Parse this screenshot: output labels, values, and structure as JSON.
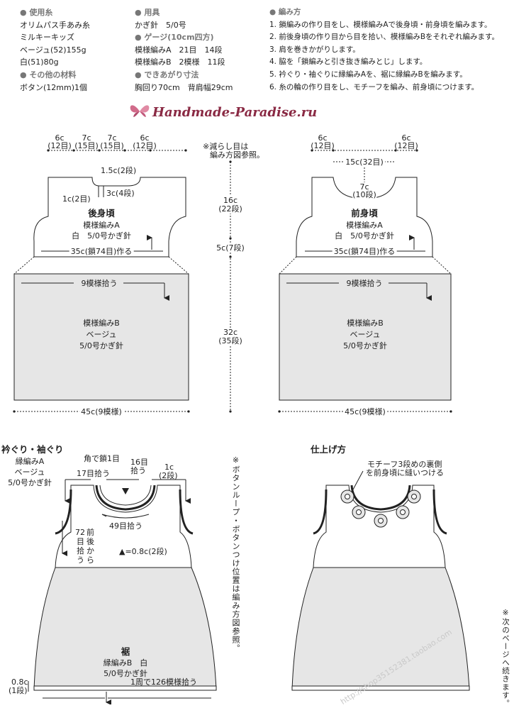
{
  "materials": {
    "yarn_title": "● 使用糸",
    "yarn_brand": "オリムパス手あみ糸",
    "yarn_name": "ミルキーキッズ",
    "yarn_beige": "ベージュ(52)155g",
    "yarn_white": "白(51)80g",
    "other_title": "● その他の材料",
    "button": "ボタン(12mm)1個"
  },
  "tools": {
    "title": "● 用具",
    "hook": "かぎ針　5/0号",
    "gauge_title": "● ゲージ(10cm四方)",
    "gauge_a": "模様編みA　21目　14段",
    "gauge_b": "模様編みB　2模様　11段",
    "size_title": "● できあがり寸法",
    "size": "胸回り70cm　背肩幅29cm"
  },
  "steps": {
    "title": "● 編み方",
    "items": [
      "1. 鎖編みの作り目をし、模様編みAで後身頃・前身頃を編みます。",
      "2. 前後身頃の作り目から目を拾い、模様編みBをそれぞれ編みます。",
      "3. 肩を巻きかがりします。",
      "4. 脇を「鎖編みと引き抜き編みとじ」します。",
      "5. 衿ぐり・袖ぐりに縁編みAを、裾に縁編みBを編みます。",
      "6. 糸の輪の作り目をし、モチーフを編み、前身頃につけます。"
    ]
  },
  "logo": "Handmade-Paradise.ru",
  "back": {
    "dims_top": [
      "6c",
      "7c",
      "7c",
      "6c"
    ],
    "dims_top_sts": [
      "(12目)",
      "(15目)",
      "(15目)",
      "(12目)"
    ],
    "neck_slit": "1.5c(2段)",
    "neck_left": "1c(2目)",
    "neck_right": "3c(4段)",
    "title": "後身頃",
    "pattern": "模様編みA",
    "yarn": "白　5/0号かぎ針",
    "chain": "35c(鎖74目)作る"
  },
  "front": {
    "dims_top": [
      "6c",
      "6c"
    ],
    "dims_top_sts": [
      "(12目)",
      "(12目)"
    ],
    "center_width": "15c(32目)",
    "neck_depth": "7c",
    "neck_sts": "(10段)",
    "title": "前身頃",
    "pattern": "模様編みA",
    "yarn": "白　5/0号かぎ針",
    "chain": "35c(鎖74目)作る"
  },
  "note_decrease": [
    "※減らし目は",
    "編み方図参照。"
  ],
  "measures": {
    "armhole": "16c",
    "armhole_rows": "(22段)",
    "body": "5c(7段)",
    "skirt": "32c",
    "skirt_rows": "(35段)"
  },
  "skirt": {
    "pickup": "9模様拾う",
    "pattern": "模様編みB",
    "color": "ベージュ",
    "hook": "5/0号かぎ針",
    "width": "45c(9模様)"
  },
  "edging": {
    "title": "衿ぐり・袖ぐり",
    "pattern": "縁編みA",
    "color": "ベージュ",
    "hook": "5/0号かぎ針",
    "corner": "角で鎖1目",
    "pick17": "17目拾う",
    "pick16": "16目",
    "pick16b": "拾う",
    "edge1c": "1c",
    "edge1c_rows": "(2段)",
    "pick49": "49目拾う",
    "arm_chars": [
      "72",
      "目",
      "拾",
      "う"
    ],
    "arm_chars2": [
      "前",
      "後",
      "か",
      "ら"
    ],
    "triangle_note": "▲=0.8c(2段)",
    "hem_title": "裾",
    "hem_pattern": "縁編みB　白",
    "hem_hook": "5/0号かぎ針",
    "hem_pick": "1周で126模様拾う",
    "hem_h": "0.8c",
    "hem_rows": "(1段)"
  },
  "note_button": "※ボタンループ・ボタンつけ位置は編み方図参照。",
  "finish": {
    "title": "仕上げ方",
    "motif_note1": "モチーフ3段めの裏側",
    "motif_note2": "を前身頃に縫いつける"
  },
  "note_next": "※次のページへ続きます。",
  "watermark": "http://shop35152381.taobao.com",
  "colors": {
    "gray_fill": "#e6e6e6",
    "logo": "#8a2a44",
    "heading": "#777777"
  }
}
